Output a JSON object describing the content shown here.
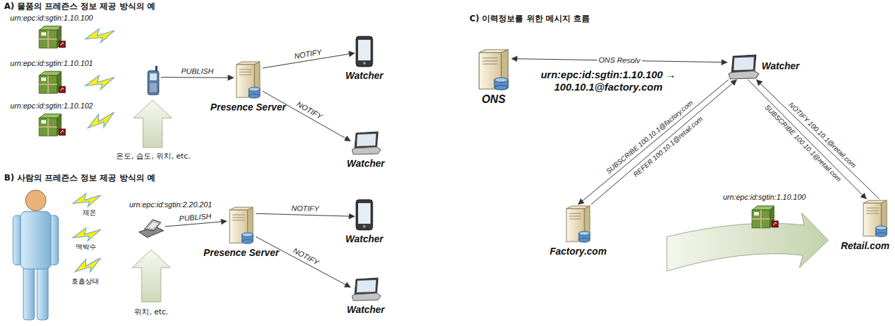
{
  "diagram": {
    "nodes": [
      {
        "text": [
          "urn:epc:id:sgtin:1.10.100"
        ]
      },
      {
        "text": [
          "urn:epc:id:sgtin:1.10.101"
        ]
      },
      {
        "text": [
          "urn:epc:id:sgtin:1.10.102"
        ]
      },
      {
        "text": [
          "온도, 습도, 위치, etc."
        ]
      },
      {
        "text": [
          "Presence Server"
        ]
      },
      {
        "text": [
          "Watcher"
        ]
      },
      {
        "text": [
          "Watcher"
        ]
      },
      {
        "text": [
          "위치, etc."
        ]
      },
      {
        "text": [
          "Presence Server"
        ]
      },
      {
        "text": [
          "Watcher"
        ]
      },
      {
        "text": [
          "Watcher"
        ]
      },
      {
        "text": [
          "ONS"
        ]
      },
      {
        "text": [
          "Watcher"
        ]
      },
      {
        "text": [
          "Factory.com"
        ]
      },
      {
        "text": [
          "Retail.com"
        ]
      }
    ],
    "edges": [
      {
        "from": 3,
        "to": 4,
        "arrow": "to",
        "label": "PUBLISH"
      },
      {
        "from": 4,
        "to": 5,
        "arrow": "to",
        "label": "NOTIFY"
      },
      {
        "from": 4,
        "to": 6,
        "arrow": "to",
        "label": "NOTIFY"
      },
      {
        "from": 7,
        "to": 8,
        "arrow": "to",
        "label": "PUBLISH"
      },
      {
        "from": 8,
        "to": 9,
        "arrow": "to",
        "label": "NOTIFY"
      },
      {
        "from": 8,
        "to": 10,
        "arrow": "to",
        "label": "NOTIFY"
      },
      {
        "from": 12,
        "to": 11,
        "arrow": "both",
        "label": "ONS Resolv"
      },
      {
        "from": 12,
        "to": 13,
        "arrow": "to",
        "label": "SUBSCRIBE 100.10.1@factory.com"
      },
      {
        "from": 13,
        "to": 12,
        "arrow": "to",
        "label": "REFER 100.10.1@retail.com"
      },
      {
        "from": 12,
        "to": 14,
        "arrow": "to",
        "label": "SUBSCRIBE 100.10.1@retail.com"
      },
      {
        "from": 14,
        "to": 12,
        "arrow": "to",
        "label": "NOTIFY 100.10.1@retail.com"
      }
    ],
    "labels": [
      "A) 물품의 프레즌스 정보 제공 방식의 예",
      "B) 사람의 프레즌스 정보 제공 방식의 예",
      "C) 이력정보를 위한 메시지 흐름",
      "urn:epc:id:sgtin:1.10.100 → 100.10.1@factory.com",
      "체온",
      "맥박수",
      "호흡상태",
      "urn:epc:id:sgtin:2.20.201",
      "urn:epc:id:sgtin:1.10.100"
    ]
  }
}
